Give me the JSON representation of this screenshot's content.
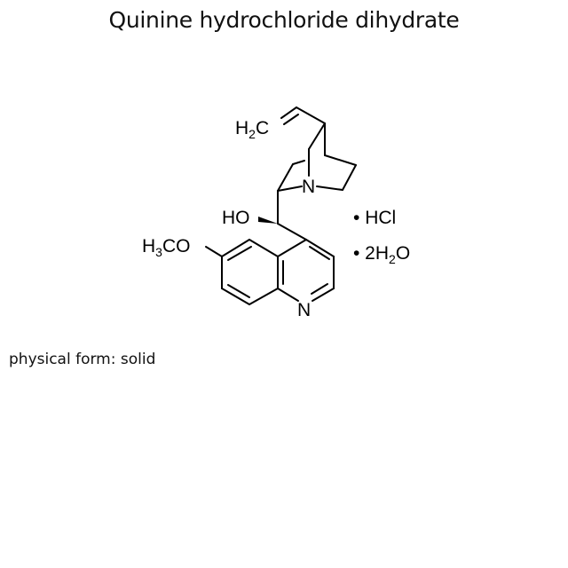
{
  "title": "Quinine hydrochloride dihydrate",
  "structure": {
    "labels": {
      "vinyl": "H2C",
      "nitrogen_quinuclidine": "N",
      "hydroxyl": "HO",
      "methoxy": "H3CO",
      "nitrogen_quinoline": "N"
    },
    "salt": {
      "bullet": "•",
      "hcl": "HCl",
      "water_coeff": "2H",
      "water_sub": "2",
      "water_o": "O"
    }
  },
  "properties": {
    "physical_form_label": "physical form:",
    "physical_form_value": "solid"
  }
}
